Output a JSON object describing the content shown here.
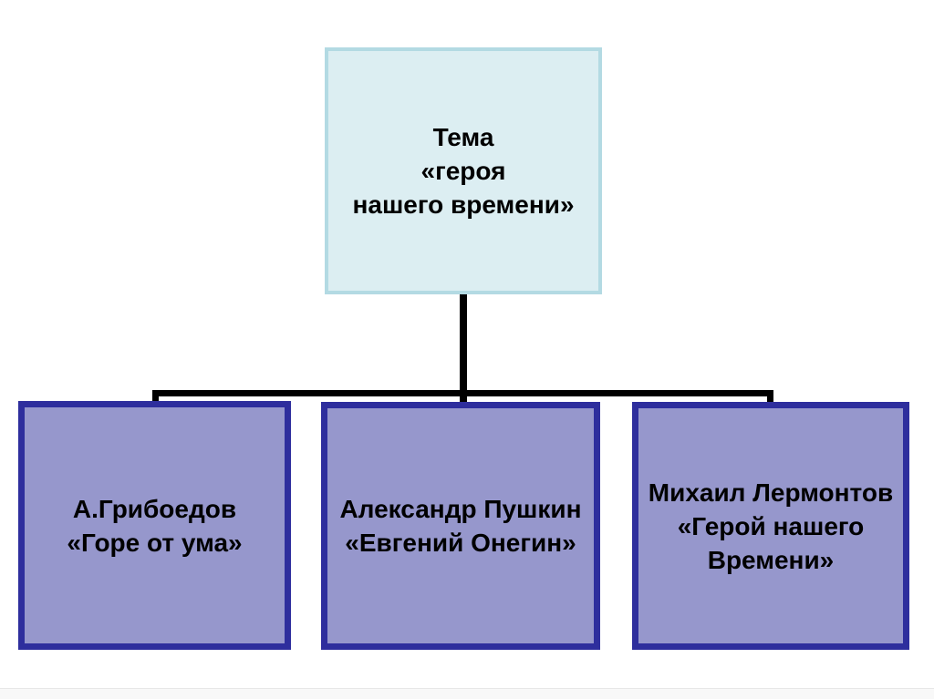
{
  "slide": {
    "background": "#ffffff"
  },
  "colors": {
    "page-bg": "#ffffff",
    "root-fill": "#dceef2",
    "root-border": "#b3dae3",
    "child-fill": "#9697cc",
    "child-border": "#2e2e9d",
    "connector": "#000000",
    "text": "#000000"
  },
  "diagram": {
    "type": "tree",
    "root": {
      "label": "Тема\n«героя\nнашего времени»"
    },
    "children": [
      {
        "label": "А.Грибоедов\n«Горе от ума»"
      },
      {
        "label": "Александр Пушкин\n«Евгений Онегин»"
      },
      {
        "label": "Михаил Лермонтов\n«Герой нашего\nВремени»"
      }
    ]
  }
}
